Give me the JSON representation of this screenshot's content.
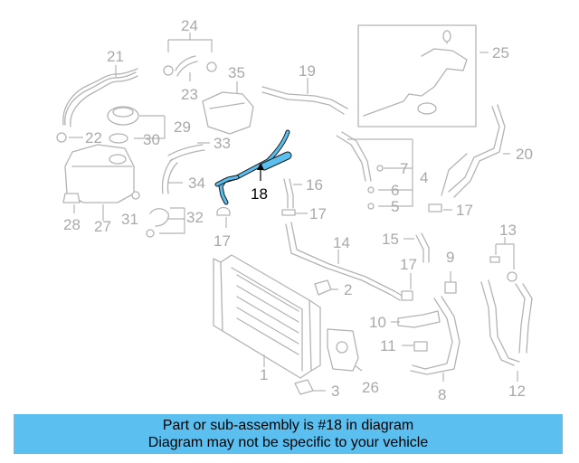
{
  "diagram": {
    "labels": [
      "24",
      "21",
      "35",
      "19",
      "25",
      "23",
      "22",
      "30",
      "29",
      "33",
      "7",
      "4",
      "20",
      "34",
      "16",
      "6",
      "5",
      "28",
      "27",
      "31",
      "32",
      "17",
      "17",
      "17",
      "15",
      "14",
      "13",
      "9",
      "17",
      "2",
      "10",
      "11",
      "1",
      "3",
      "26",
      "8",
      "12"
    ],
    "highlight_label": "18",
    "highlight_color": "#5bc0f0",
    "part_color": "#b3b3b3",
    "label_color": "#a9a9a9"
  },
  "banner": {
    "line1": "Part or sub-assembly is #18 in diagram",
    "line2": "Diagram may not be specific to your vehicle",
    "background": "#5bc0f0"
  }
}
